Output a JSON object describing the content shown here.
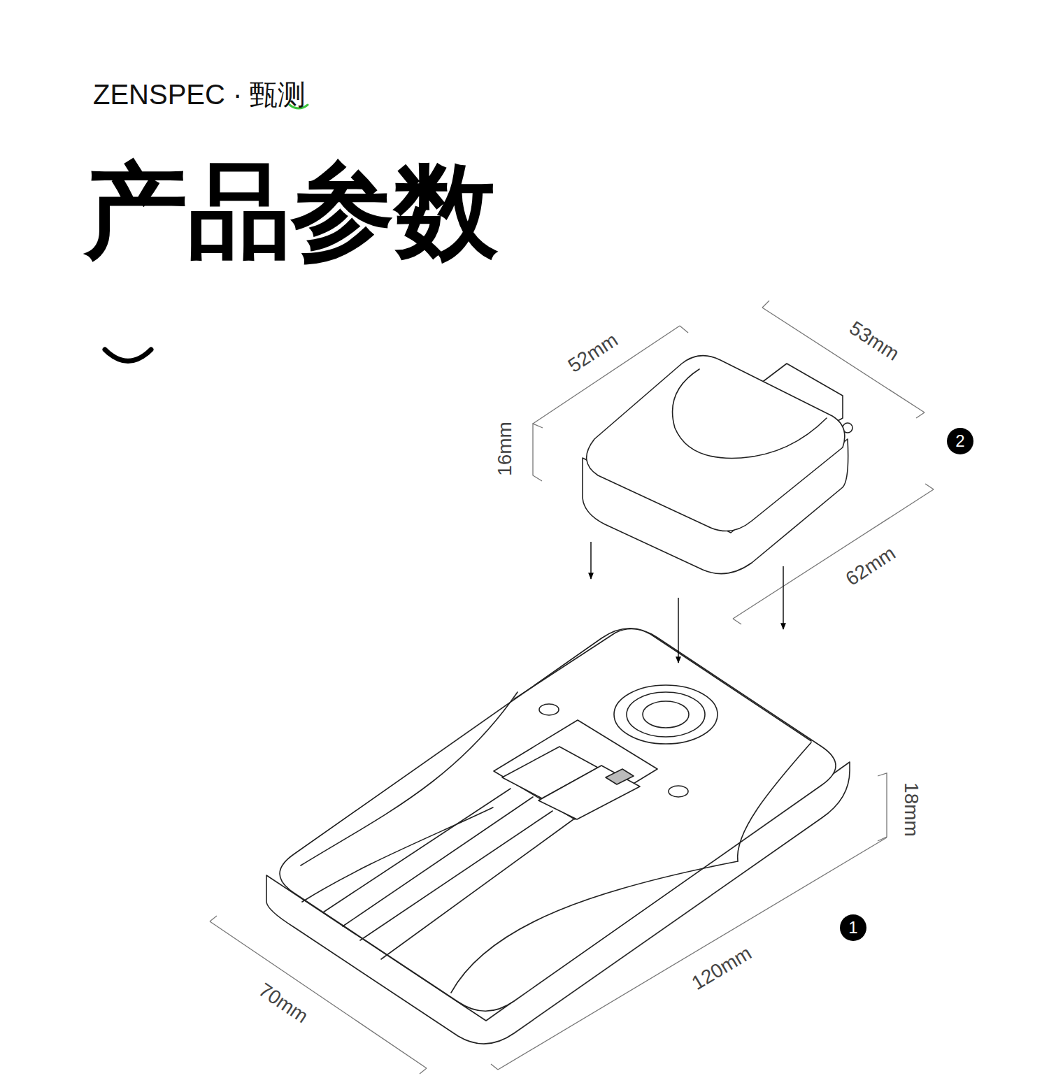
{
  "diagram": {
    "title": "产品参数",
    "nodes": [
      {
        "text": [
          "2"
        ]
      },
      {
        "text": [
          "1"
        ]
      }
    ],
    "labels": [
      "ZENSPEC · 甄测",
      "52mm",
      "53mm",
      "16mm",
      "62mm",
      "18mm",
      "120mm",
      "70mm"
    ]
  }
}
